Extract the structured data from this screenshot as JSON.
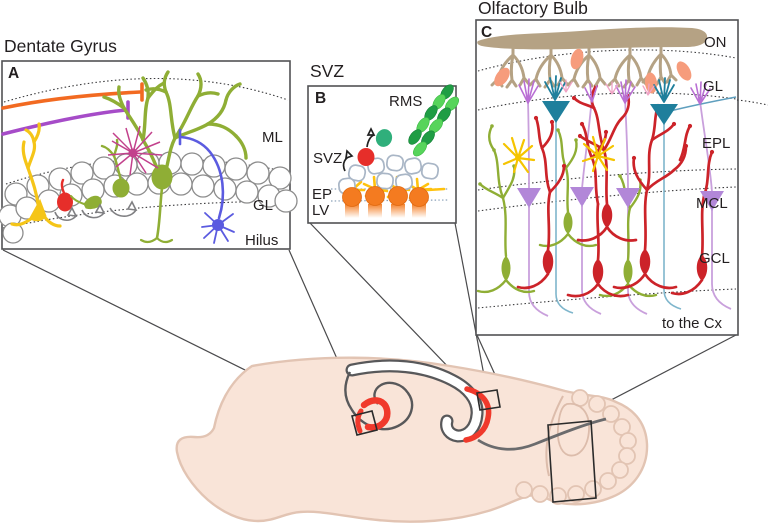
{
  "panel_a": {
    "letter": "A",
    "title": "Dentate Gyrus",
    "layers": {
      "ml": "ML",
      "gl": "GL",
      "hilus": "Hilus"
    }
  },
  "panel_b": {
    "letter": "B",
    "title": "SVZ",
    "stream_label": "RMS",
    "zone_label": "SVZ",
    "ep_label": "EP",
    "lv_label": "LV"
  },
  "panel_c": {
    "letter": "C",
    "title": "Olfactory Bulb",
    "layers": {
      "on": "ON",
      "gl": "GL",
      "epl": "EPL",
      "mcl": "MCL",
      "gcl": "GCL"
    },
    "projection_label": "to the Cx"
  },
  "palette": {
    "box_border": "#515254",
    "dotted_line": "#3a3a3c",
    "orange_axon": "#F26A21",
    "purple_axon": "#A64CC8",
    "olive_green": "#8FAE35",
    "yellow": "#F5C518",
    "red_cell": "#E62E2A",
    "magenta_star": "#C2418C",
    "blue_neuron": "#5B5BE0",
    "rms_light_green": "#57D45B",
    "rms_dark_green": "#1F9D44",
    "new_neuron_teal": "#2FAF7B",
    "ependymal_orange": "#F47B20",
    "olfactory_nerve_tan": "#B5A284",
    "periglomerular_salmon": "#F69C7C",
    "mitral_violet": "#B287D8",
    "granule_fiber_violet": "#C9A0DC",
    "tufted_teal": "#1F7F9C",
    "tufted_axon_blue": "#7FB6CC",
    "deep_red": "#CC2329",
    "brain_fill": "#F9E4D8",
    "brain_outline": "#E2C4B3",
    "ventricle_grey": "#58585A",
    "highlight_red": "#F0392B"
  }
}
